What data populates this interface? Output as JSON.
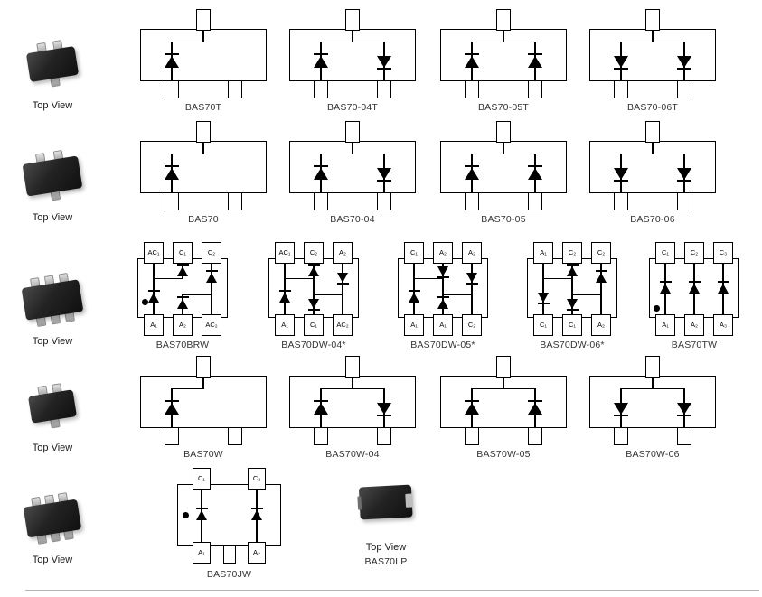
{
  "photo_column": {
    "top_view_label": "Top View",
    "photos": [
      {
        "package": "3-lead-sot-small"
      },
      {
        "package": "3-lead-sot23"
      },
      {
        "package": "6-lead-sot363"
      },
      {
        "package": "3-lead-sot323"
      },
      {
        "package": "6-lead-sc88"
      }
    ]
  },
  "devices": [
    {
      "name": "BAS70T",
      "pkg": "p3",
      "cfg": "single"
    },
    {
      "name": "BAS70-04T",
      "pkg": "p3",
      "cfg": "series"
    },
    {
      "name": "BAS70-05T",
      "pkg": "p3",
      "cfg": "common_cathode"
    },
    {
      "name": "BAS70-06T",
      "pkg": "p3",
      "cfg": "common_anode"
    },
    {
      "name": "BAS70",
      "pkg": "p3",
      "cfg": "single"
    },
    {
      "name": "BAS70-04",
      "pkg": "p3",
      "cfg": "series"
    },
    {
      "name": "BAS70-05",
      "pkg": "p3",
      "cfg": "common_cathode"
    },
    {
      "name": "BAS70-06",
      "pkg": "p3",
      "cfg": "common_anode"
    },
    {
      "name": "BAS70BRW",
      "pkg": "p6",
      "cfg": "bridge",
      "top": [
        "AC₁",
        "C₁",
        "C₂"
      ],
      "bottom": [
        "A₁",
        "A₂",
        "AC₂"
      ],
      "dot": true
    },
    {
      "name": "BAS70DW-04*",
      "pkg": "p6",
      "cfg": "dual_series",
      "top": [
        "AC₁",
        "C₂",
        "A₂"
      ],
      "bottom": [
        "A₁",
        "C₁",
        "AC₂"
      ],
      "dot": false
    },
    {
      "name": "BAS70DW-05*",
      "pkg": "p6",
      "cfg": "dual_common_cathode",
      "top": [
        "C₁",
        "A₂",
        "A₂"
      ],
      "bottom": [
        "A₁",
        "A₁",
        "C₂"
      ],
      "dot": false
    },
    {
      "name": "BAS70DW-06*",
      "pkg": "p6",
      "cfg": "dual_common_anode",
      "top": [
        "A₁",
        "C₂",
        "C₂"
      ],
      "bottom": [
        "C₁",
        "C₁",
        "A₂"
      ],
      "dot": false
    },
    {
      "name": "BAS70TW",
      "pkg": "p6",
      "cfg": "triple",
      "top": [
        "C₁",
        "C₂",
        "C₃"
      ],
      "bottom": [
        "A₁",
        "A₂",
        "A₃"
      ],
      "dot": true
    },
    {
      "name": "BAS70W",
      "pkg": "p3",
      "cfg": "single"
    },
    {
      "name": "BAS70W-04",
      "pkg": "p3",
      "cfg": "series"
    },
    {
      "name": "BAS70W-05",
      "pkg": "p3",
      "cfg": "common_cathode"
    },
    {
      "name": "BAS70W-06",
      "pkg": "p3",
      "cfg": "common_anode"
    },
    {
      "name": "BAS70JW",
      "pkg": "jw",
      "cfg": "dual_independent",
      "top": [
        "C₁",
        "C₂"
      ],
      "bottom": [
        "A₁",
        "",
        "A₂"
      ],
      "dot": true
    }
  ],
  "lp": {
    "top_view_label": "Top View",
    "name": "BAS70LP"
  }
}
